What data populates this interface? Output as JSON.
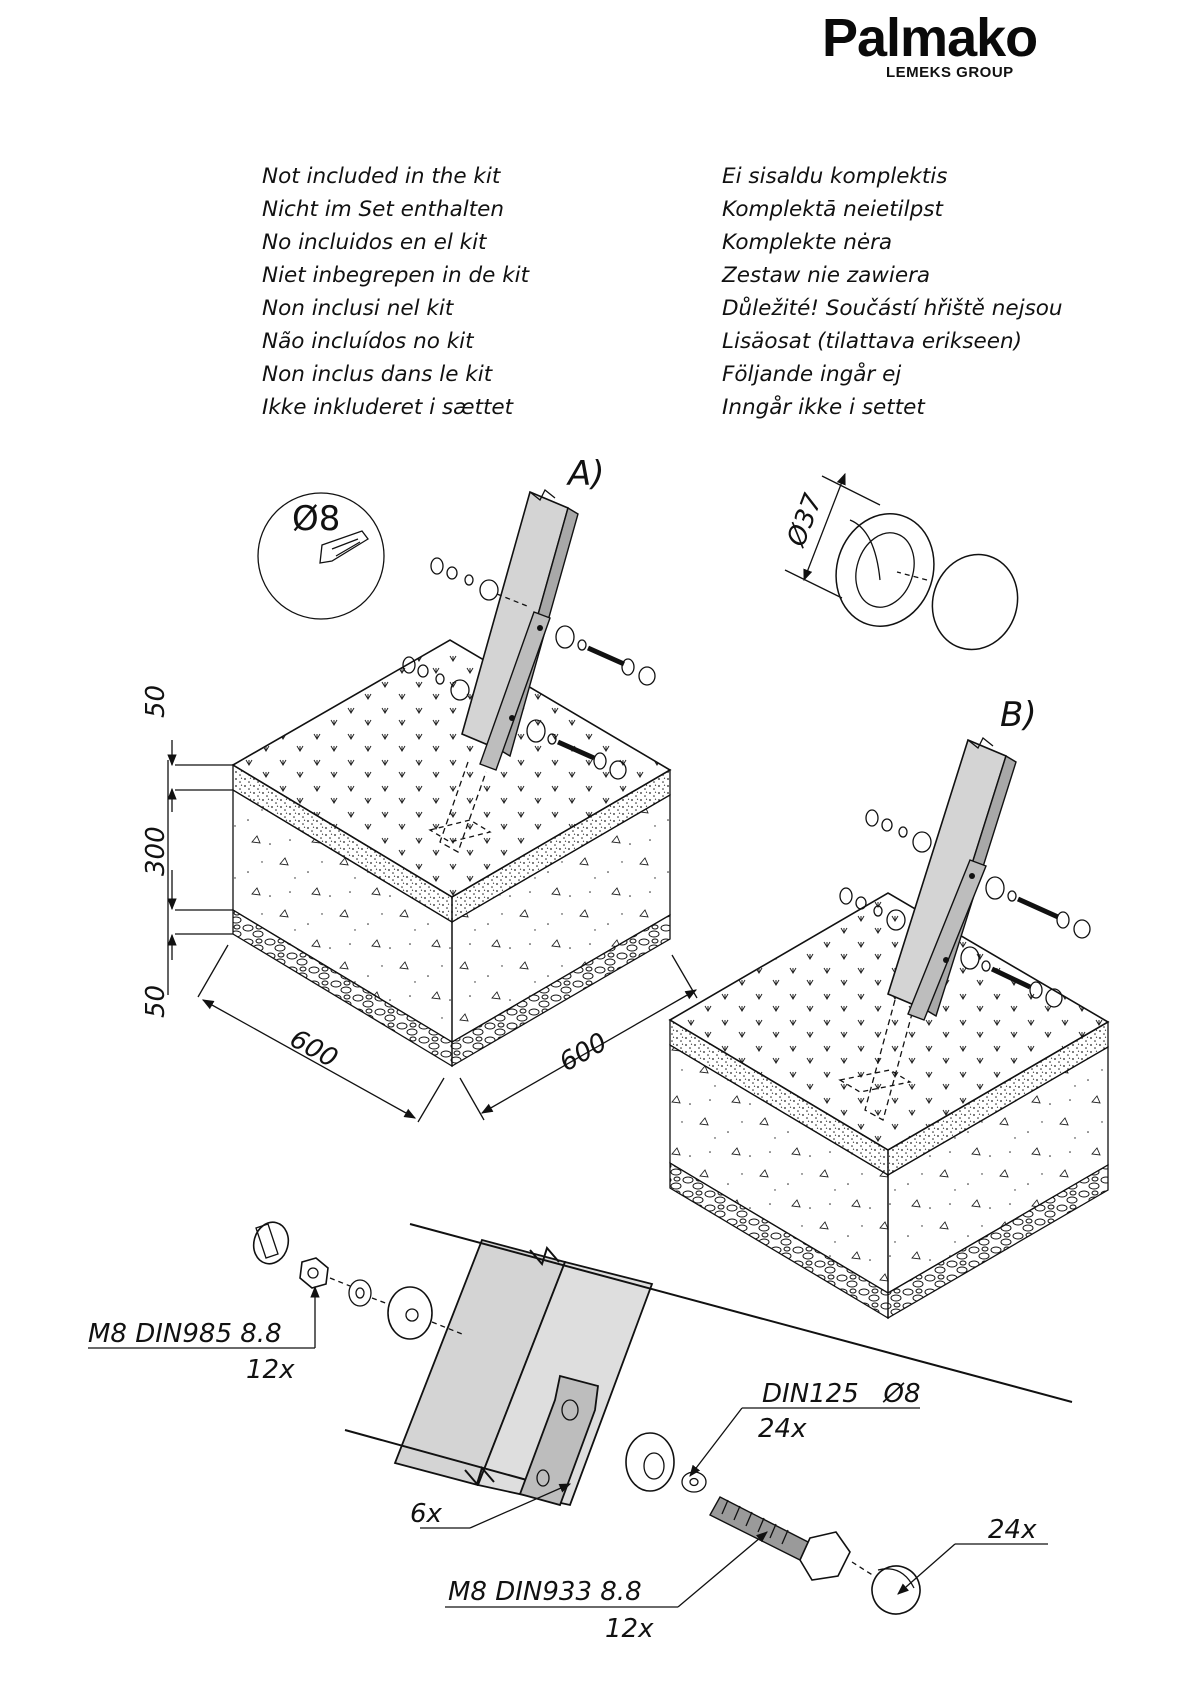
{
  "brand": {
    "name": "Palmako",
    "group": "LEMEKS GROUP"
  },
  "not_included": {
    "left": [
      "Not included in the kit",
      "Nicht im Set enthalten",
      "No incluidos en el kit",
      "Niet inbegrepen in de kit",
      "Non inclusi nel kit",
      "Não incluídos no kit",
      "Non inclus dans le kit",
      "Ikke inkluderet i sættet"
    ],
    "right": [
      "Ei sisaldu komplektis",
      "Komplektā neietilpst",
      "Komplekte nėra",
      "Zestaw nie zawiera",
      "Důležité! Součástí hřiště nejsou",
      "Lisäosat (tilattava erikseen)",
      "Följande ingår ej",
      "Inngår ikke i settet"
    ]
  },
  "variants": {
    "a": "A)",
    "b": "B)"
  },
  "drill": {
    "diameter": "Ø8"
  },
  "cap": {
    "diameter": "Ø37"
  },
  "dimensions": {
    "layer_top": "50",
    "layer_mid": "300",
    "layer_bottom": "50",
    "width_left": "600",
    "width_right": "600"
  },
  "parts": {
    "nut_spec": "M8 DIN985 8.8",
    "nut_qty": "12x",
    "washer_spec": "DIN125   Ø8",
    "washer_qty": "24x",
    "bracket_qty": "6x",
    "bolt_spec": "M8 DIN933 8.8",
    "bolt_qty": "12x",
    "cap_qty": "24x"
  },
  "colors": {
    "post_fill": "#d4d4d4",
    "bracket_fill": "#bdbdbd",
    "line": "#111111"
  }
}
